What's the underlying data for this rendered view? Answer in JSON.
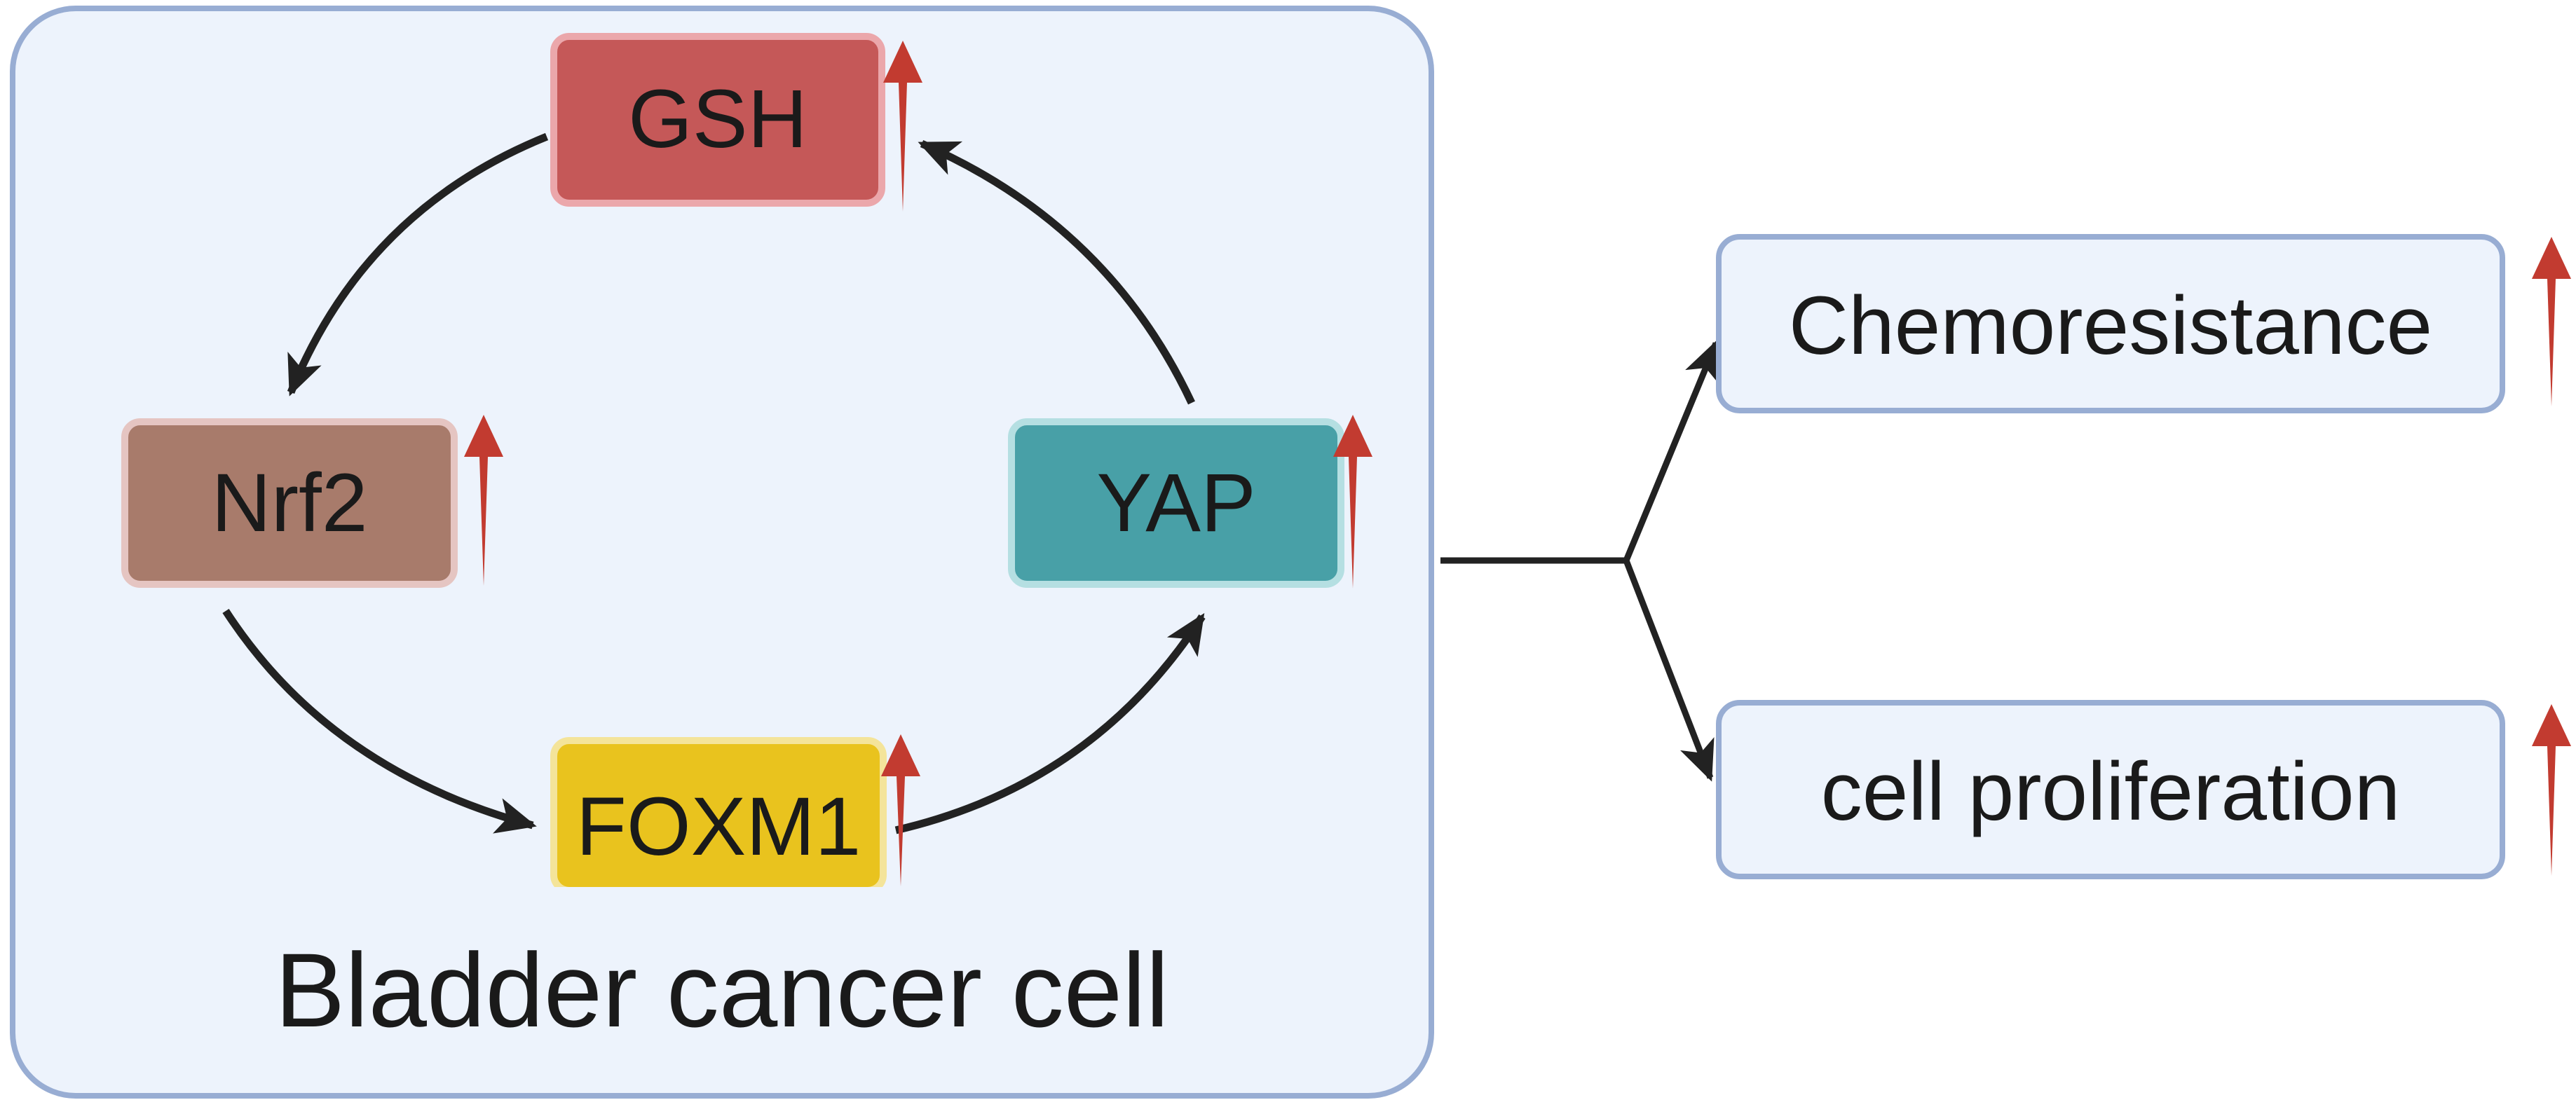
{
  "colors": {
    "cell_fill": "#edf3fc",
    "cell_border": "#98add3",
    "gsh_fill": "#c55858",
    "gsh_border": "#eba7ab",
    "nrf2_fill": "#a87b6b",
    "nrf2_border": "#e5c5c2",
    "yap_fill": "#48a0a7",
    "yap_border": "#b5dfe2",
    "foxm1_fill": "#e9c31e",
    "foxm1_border": "#f4e49a",
    "outcome_fill": "#edf3fc",
    "outcome_border": "#98add3",
    "up_arrow": "#c23b30",
    "connector": "#222222",
    "text": "#1a1a1a"
  },
  "cell": {
    "label": "Bladder cancer cell"
  },
  "nodes": {
    "gsh": {
      "label": "GSH",
      "trend_icon": "up-arrow"
    },
    "nrf2": {
      "label": "Nrf2",
      "trend_icon": "up-arrow"
    },
    "yap": {
      "label": "YAP",
      "trend_icon": "up-arrow"
    },
    "foxm1": {
      "label": "FOXM1",
      "trend_icon": "up-arrow"
    }
  },
  "outcomes": {
    "chemoresistance": {
      "label": "Chemoresistance",
      "trend_icon": "up-arrow"
    },
    "proliferation": {
      "label": "cell proliferation",
      "trend_icon": "up-arrow"
    }
  },
  "cycle_order": [
    "GSH",
    "Nrf2",
    "FOXM1",
    "YAP",
    "GSH"
  ]
}
